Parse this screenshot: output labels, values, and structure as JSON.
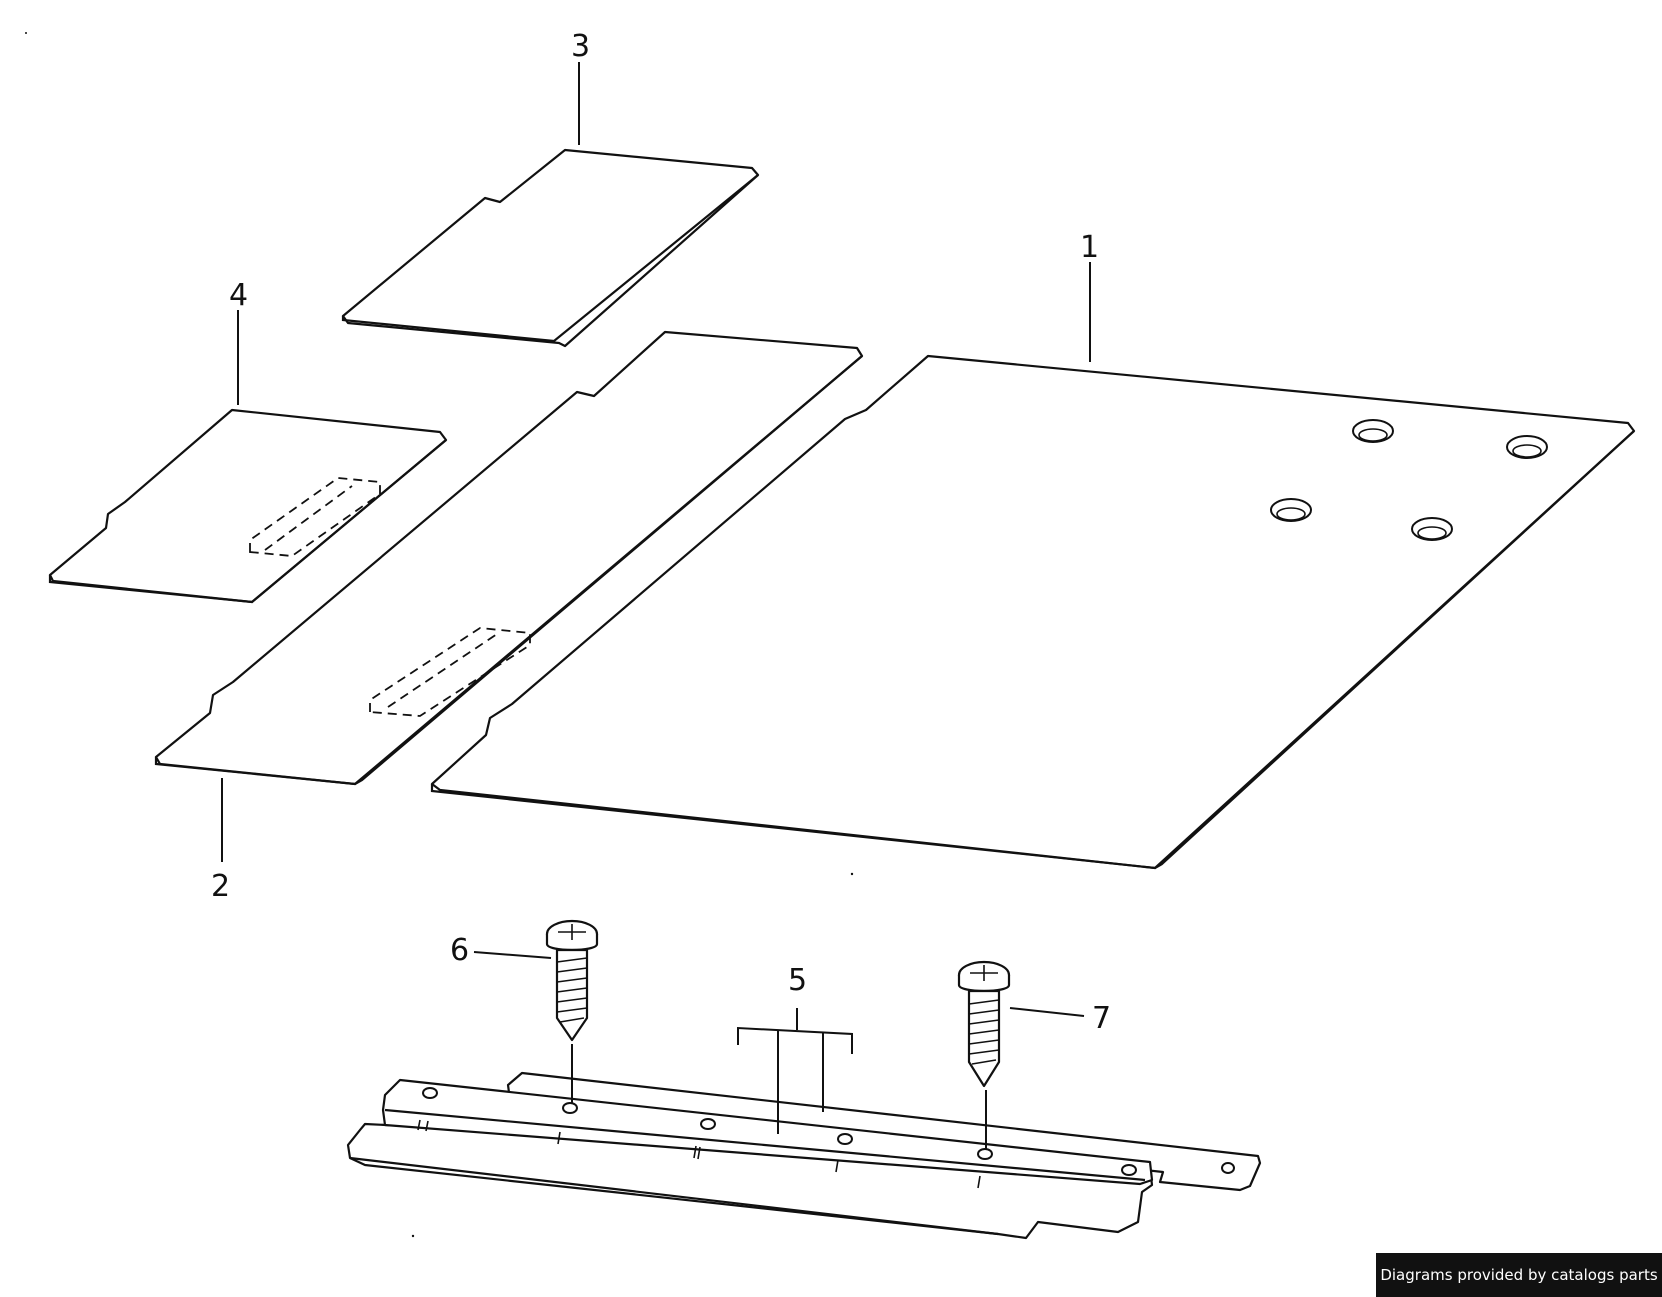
{
  "callouts": {
    "c1": "1",
    "c2": "2",
    "c3": "3",
    "c4": "4",
    "c5": "5",
    "c6": "6",
    "c7": "7"
  },
  "credit": "Diagrams provided by catalogs parts"
}
